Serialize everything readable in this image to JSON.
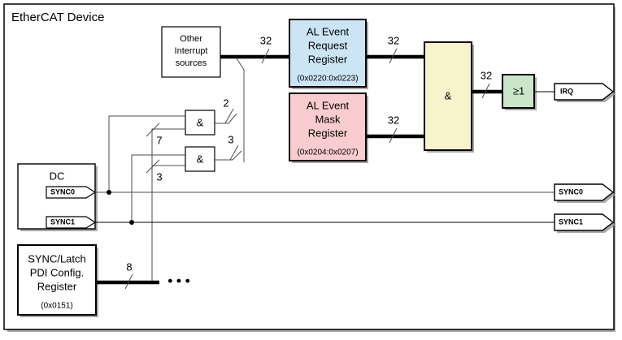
{
  "diagram": {
    "title": "EtherCAT Device",
    "blocks": {
      "other_interrupt": {
        "lines": [
          "Other",
          "Interrupt",
          "sources"
        ]
      },
      "al_event_request": {
        "lines": [
          "AL Event",
          "Request",
          "Register"
        ],
        "address": "(0x0220:0x0223)",
        "color": "#cce5f5"
      },
      "al_event_mask": {
        "lines": [
          "AL Event",
          "Mask",
          "Register"
        ],
        "address": "(0x0204:0x0207)",
        "color": "#f9ccd0"
      },
      "and_combine": {
        "symbol": "&",
        "color": "#f7f4cb"
      },
      "or_gate": {
        "symbol": "≥1",
        "color": "#cbe5c8"
      },
      "and_gate_1": {
        "symbol": "&"
      },
      "and_gate_2": {
        "symbol": "&"
      },
      "dc": {
        "label": "DC"
      },
      "sync_latch_pdi": {
        "lines": [
          "SYNC/Latch",
          "PDI Config.",
          "Register"
        ],
        "address": "(0x0151)"
      }
    },
    "signals": {
      "dc_sync0": "SYNC0",
      "dc_sync1": "SYNC1",
      "out_irq": "IRQ",
      "out_sync0": "SYNC0",
      "out_sync1": "SYNC1"
    },
    "bus_widths": {
      "other_interrupt_out": "32",
      "request_out": "32",
      "mask_out": "32",
      "and_out": "32",
      "and_gate_1_in": "7",
      "and_gate_1_out": "2",
      "and_gate_2_in": "3",
      "and_gate_2_out": "3",
      "pdi_config_out": "8"
    },
    "ellipsis": "• • •"
  }
}
